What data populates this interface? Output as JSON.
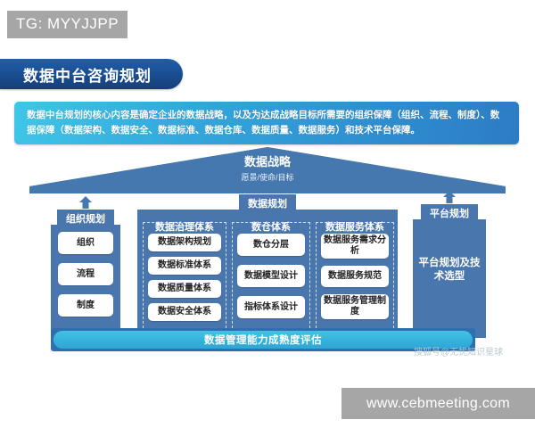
{
  "overlay_tag": "TG: MYYJJPP",
  "title": "数据中台咨询规划",
  "description": "数据中台规划的核心内容是确定企业的数据战略，以及为达成战略目标所需要的组织保障（组织、流程、制度）、数据保障（数据架构、数据安全、数据标准、数据仓库、数据质量、数据服务）和技术平台保障。",
  "roof": {
    "title": "数据战略",
    "subtitle": "愿景/使命/目标"
  },
  "pillars": [
    {
      "header": "组织规划",
      "items": [
        "组织",
        "流程",
        "制度"
      ]
    },
    {
      "header": "数据规划",
      "subsystems": [
        {
          "title": "数据治理体系",
          "items": [
            "数据架构规划",
            "数据标准体系",
            "数据质量体系",
            "数据安全体系"
          ]
        },
        {
          "title": "数仓体系",
          "items": [
            "数仓分层",
            "数据模型设计",
            "指标体系设计"
          ]
        },
        {
          "title": "数据服务体系",
          "items": [
            "数据服务需求分析",
            "数据服务规范",
            "数据服务管理制度"
          ]
        }
      ]
    },
    {
      "header": "平台规划",
      "body_text": "平台规划及技术选型"
    }
  ],
  "footer_bar": "数据管理能力成熟度评估",
  "watermark": "搜狐号@无忧知识星球",
  "url_band": "www.cebmeeting.com",
  "colors": {
    "ribbon_blue": "#1a4e92",
    "panel_cyan": "#3fc6e8",
    "pillar_blue": "#4a76ae",
    "roof_blue": "#4678b0",
    "footer_cyan": "#35b3dc",
    "gray_band": "#a6a6a6"
  }
}
